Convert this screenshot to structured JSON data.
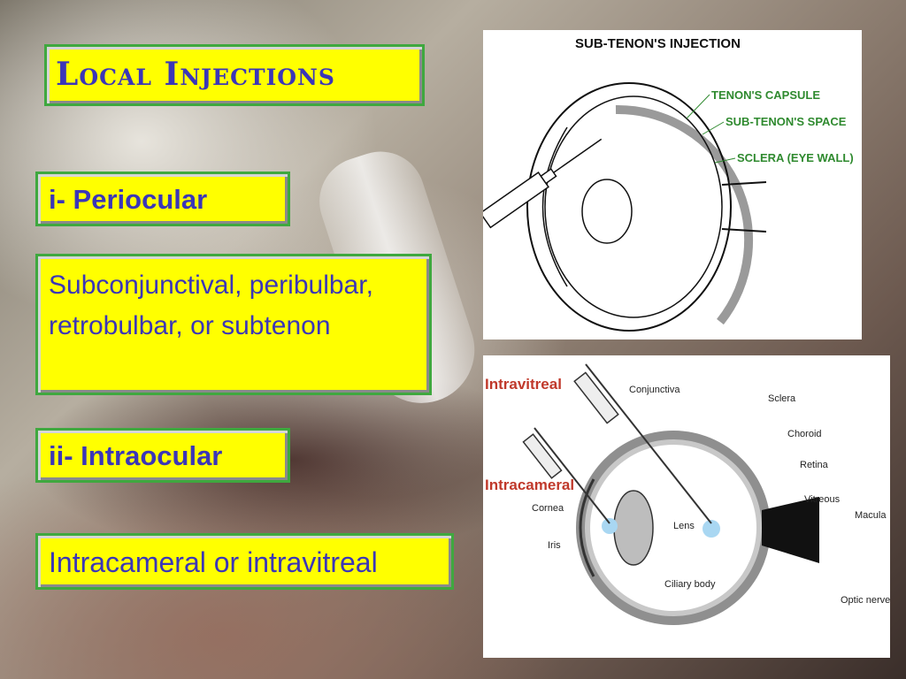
{
  "slide": {
    "title": "Local Injections",
    "periocular_heading": "i- Periocular",
    "periocular_detail": "Subconjunctival, peribulbar, retrobulbar, or subtenon",
    "intraocular_heading": "ii- Intraocular",
    "intraocular_detail": "Intracameral or intravitreal"
  },
  "diagram_subtenon": {
    "title": "SUB-TENON'S INJECTION",
    "label_capsule": "TENON'S CAPSULE",
    "label_space": "SUB-TENON'S SPACE",
    "label_sclera": "SCLERA (EYE WALL)"
  },
  "diagram_intra": {
    "label_intravitreal": "Intravitreal",
    "label_intracameral": "Intracameral",
    "label_conjunctiva": "Conjunctiva",
    "label_sclera": "Sclera",
    "label_choroid": "Choroid",
    "label_retina": "Retina",
    "label_vitreous": "Vitreous",
    "label_macula": "Macula",
    "label_optic_nerve": "Optic nerve",
    "label_cornea": "Cornea",
    "label_iris": "Iris",
    "label_lens": "Lens",
    "label_ciliary_body": "Ciliary body"
  },
  "colors": {
    "box_fill": "#ffff00",
    "box_text": "#3b36b8",
    "box_border": "#3fa83f",
    "subtenon_label": "#2f8a2f",
    "highlight_red": "#c0392b"
  }
}
